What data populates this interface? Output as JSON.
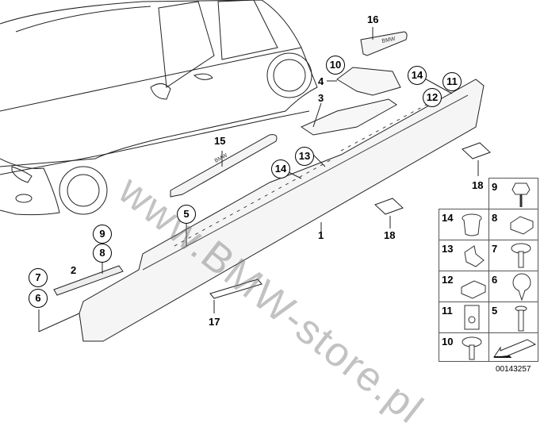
{
  "diagram": {
    "title": "BMW side skirt / rocker panel parts diagram",
    "watermark": "www.BMW-store.pl",
    "diagram_code": "00143257",
    "callouts_circled": [
      {
        "id": "c16",
        "label": "16",
        "style": "plain"
      },
      {
        "id": "c10",
        "label": "10"
      },
      {
        "id": "c4",
        "label": "4",
        "style": "plain"
      },
      {
        "id": "c3",
        "label": "3",
        "style": "plain"
      },
      {
        "id": "c14a",
        "label": "14"
      },
      {
        "id": "c11",
        "label": "11"
      },
      {
        "id": "c12",
        "label": "12"
      },
      {
        "id": "c15",
        "label": "15",
        "style": "plain"
      },
      {
        "id": "c13",
        "label": "13"
      },
      {
        "id": "c14b",
        "label": "14"
      },
      {
        "id": "c5",
        "label": "5"
      },
      {
        "id": "c9",
        "label": "9"
      },
      {
        "id": "c8",
        "label": "8"
      },
      {
        "id": "c2",
        "label": "2",
        "style": "plain"
      },
      {
        "id": "c7",
        "label": "7"
      },
      {
        "id": "c6",
        "label": "6"
      },
      {
        "id": "c1",
        "label": "1",
        "style": "plain"
      },
      {
        "id": "c17",
        "label": "17",
        "style": "plain"
      },
      {
        "id": "c18a",
        "label": "18",
        "style": "plain"
      },
      {
        "id": "c18b",
        "label": "18",
        "style": "plain"
      }
    ],
    "parts_grid": [
      {
        "label": "9",
        "part": "screw-with-hex-head"
      },
      {
        "label": "14",
        "part": "grommet"
      },
      {
        "label": "8",
        "part": "clip-nut"
      },
      {
        "label": "13",
        "part": "bracket-clip"
      },
      {
        "label": "7",
        "part": "expanding-rivet"
      },
      {
        "label": "12",
        "part": "clamp"
      },
      {
        "label": "6",
        "part": "plastic-expanding-rivet"
      },
      {
        "label": "11",
        "part": "spring-nut"
      },
      {
        "label": "5",
        "part": "screw"
      },
      {
        "label": "10",
        "part": "hex-bolt-with-washer"
      },
      {
        "label": "",
        "part": "direction-arrow"
      }
    ]
  }
}
